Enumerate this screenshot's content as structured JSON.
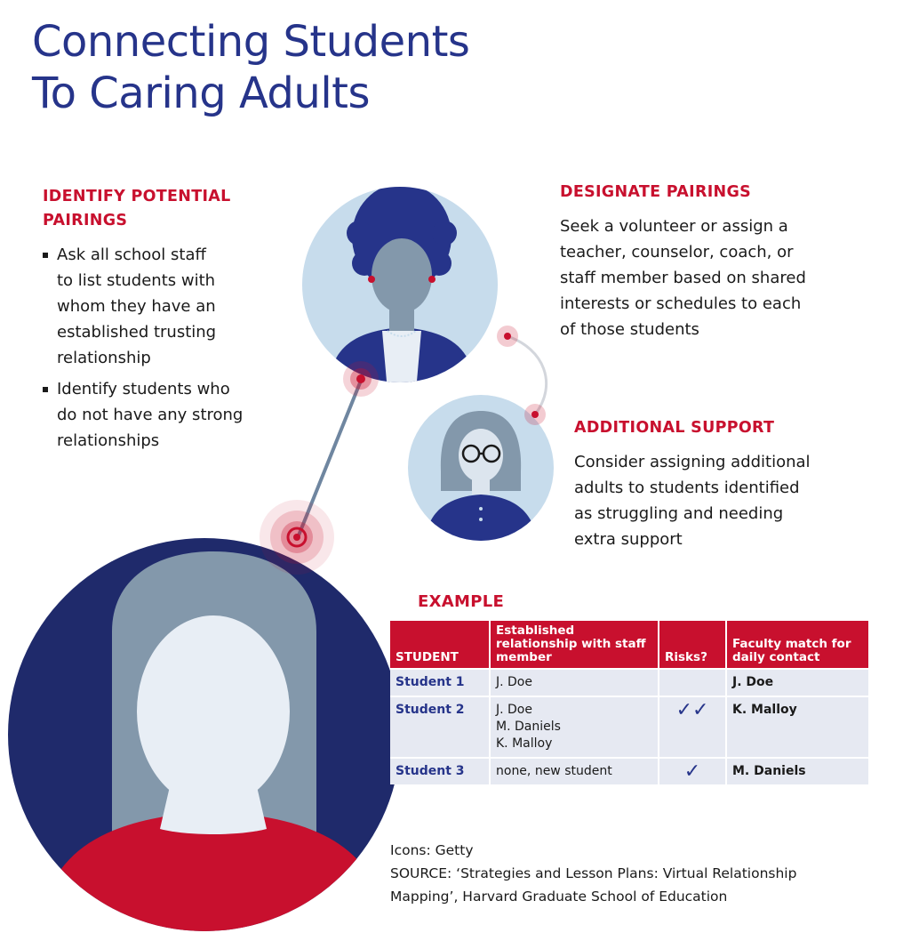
{
  "title_lines": [
    "Connecting Students",
    "To Caring Adults"
  ],
  "identify": {
    "heading_lines": [
      "IDENTIFY POTENTIAL",
      "PAIRINGS"
    ],
    "bullets": [
      {
        "lines": [
          "Ask all school staff",
          "to list students with",
          "whom they have an",
          "established trusting",
          "relationship"
        ]
      },
      {
        "lines": [
          "Identify students who",
          "do not have any strong",
          "relationships"
        ]
      }
    ]
  },
  "designate": {
    "heading": "DESIGNATE PAIRINGS",
    "lines": [
      "Seek a volunteer or assign a",
      "teacher, counselor, coach, or",
      "staff member based on shared",
      "interests or schedules to each",
      "of those students"
    ]
  },
  "additional": {
    "heading": "ADDITIONAL SUPPORT",
    "lines": [
      "Consider assigning additional",
      "adults to students identified",
      "as struggling and needing",
      "extra support"
    ]
  },
  "example": {
    "heading": "EXAMPLE",
    "headers": [
      "STUDENT",
      "Established relationship with staff member",
      "Risks?",
      "Faculty match for daily contact"
    ],
    "rows": [
      {
        "student": "Student 1",
        "relationships": [
          "J. Doe"
        ],
        "risks": "",
        "match": "J. Doe"
      },
      {
        "student": "Student 2",
        "relationships": [
          "J. Doe",
          "M. Daniels",
          "K. Malloy"
        ],
        "risks": "✓✓",
        "match": "K. Malloy"
      },
      {
        "student": "Student 3",
        "relationships": [
          "none, new student"
        ],
        "risks": "✓",
        "match": "M. Daniels"
      }
    ]
  },
  "credits": {
    "icons": "Icons: Getty",
    "source_lines": [
      "SOURCE: ‘Strategies and Lesson Plans: Virtual Relationship",
      "Mapping’, Harvard Graduate School of Education"
    ]
  },
  "colors": {
    "navy": "#26348a",
    "red": "#c8102e",
    "light_blue_circle": "#c7dcec",
    "table_cell_bg": "#e6e9f2",
    "hair_gray": "#8398ab"
  }
}
